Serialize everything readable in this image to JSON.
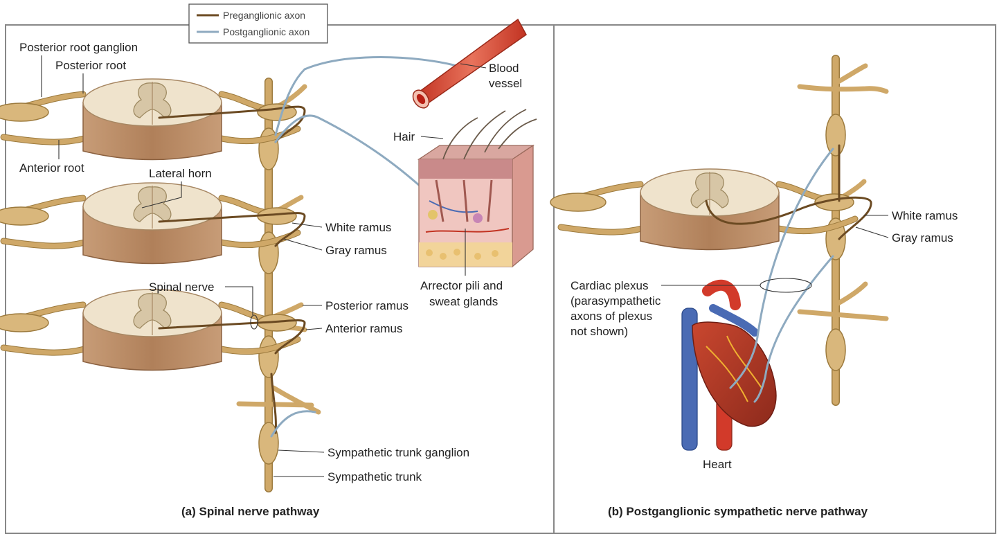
{
  "legend": {
    "preganglionic": "Preganglionic axon",
    "postganglionic": "Postganglionic axon"
  },
  "panel_a": {
    "caption": "(a) Spinal nerve pathway",
    "labels": {
      "posterior_root_ganglion": "Posterior root ganglion",
      "posterior_root": "Posterior root",
      "anterior_root": "Anterior root",
      "lateral_horn": "Lateral horn",
      "spinal_nerve": "Spinal nerve",
      "white_ramus": "White ramus",
      "gray_ramus": "Gray ramus",
      "posterior_ramus": "Posterior ramus",
      "anterior_ramus": "Anterior ramus",
      "sympathetic_trunk_ganglion": "Sympathetic trunk ganglion",
      "sympathetic_trunk": "Sympathetic trunk",
      "blood_vessel_1": "Blood",
      "blood_vessel_2": "vessel",
      "hair": "Hair",
      "arrector_1": "Arrector pili and",
      "arrector_2": "sweat glands"
    }
  },
  "panel_b": {
    "caption": "(b) Postganglionic sympathetic nerve pathway",
    "labels": {
      "white_ramus": "White ramus",
      "gray_ramus": "Gray ramus",
      "cardiac_1": "Cardiac plexus",
      "cardiac_2": "(parasympathetic",
      "cardiac_3": "axons of plexus",
      "cardiac_4": "not shown)",
      "heart": "Heart"
    }
  },
  "colors": {
    "preganglionic": "#6b4a22",
    "postganglionic": "#8eaac0",
    "nerve": "#cfa868",
    "spinal_cord_white": "#efe3cc",
    "spinal_cord_side": "#b98a66",
    "gray_matter": "#d7c6a6",
    "blood": "#d23a2a",
    "vein": "#4a6bb4"
  }
}
